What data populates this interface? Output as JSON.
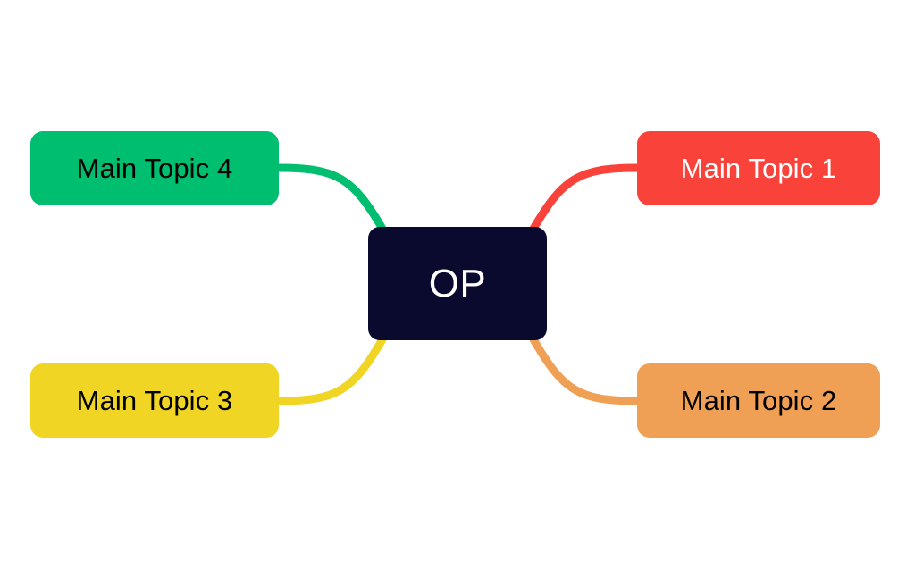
{
  "diagram": {
    "type": "mind-map",
    "background_color": "#ffffff",
    "center": {
      "label": "OP",
      "fill_color": "#0A0A2E",
      "text_color": "#ffffff"
    },
    "branches": [
      {
        "id": "topic-1",
        "label": "Main Topic 1",
        "position": "top-right",
        "fill_color": "#F9423A",
        "text_color": "#ffffff",
        "connector_color": "#F9423A"
      },
      {
        "id": "topic-2",
        "label": "Main Topic 2",
        "position": "bottom-right",
        "fill_color": "#F0A055",
        "text_color": "#000000",
        "connector_color": "#F0A055"
      },
      {
        "id": "topic-3",
        "label": "Main Topic 3",
        "position": "bottom-left",
        "fill_color": "#F0D525",
        "text_color": "#000000",
        "connector_color": "#F0D525"
      },
      {
        "id": "topic-4",
        "label": "Main Topic 4",
        "position": "top-left",
        "fill_color": "#00BE70",
        "text_color": "#000000",
        "connector_color": "#00BE70"
      }
    ]
  }
}
